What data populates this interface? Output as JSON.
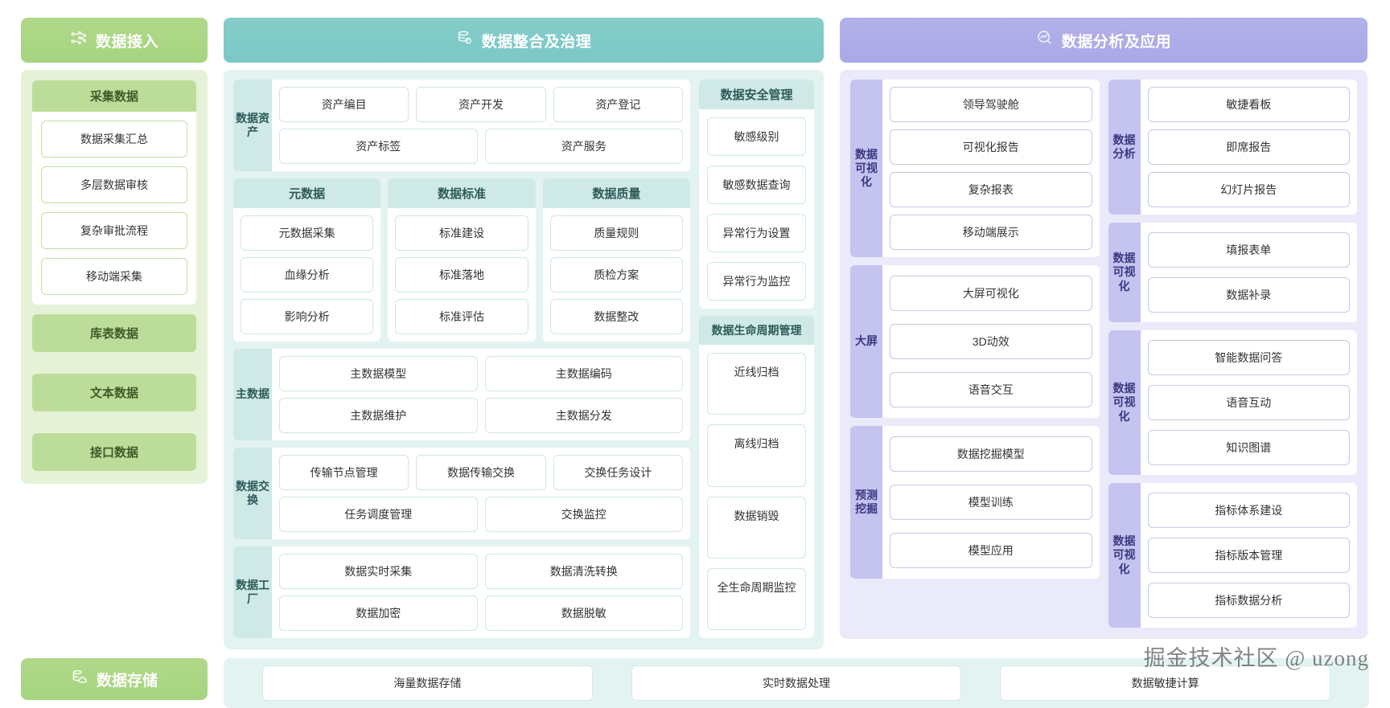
{
  "sections": {
    "ingest": {
      "banner": {
        "title": "数据接入",
        "icon": "data-ingest-icon",
        "color": "#a6d47f"
      },
      "groups": [
        {
          "title": "采集数据",
          "items": [
            "数据采集汇总",
            "多层数据审核",
            "复杂审批流程",
            "移动端采集"
          ]
        }
      ],
      "solo_items": [
        "库表数据",
        "文本数据",
        "接口数据"
      ]
    },
    "governance": {
      "banner": {
        "title": "数据整合及治理",
        "icon": "database-icon",
        "color": "#7cc8c6"
      },
      "rows": [
        {
          "label": "数据资产",
          "lines": [
            [
              "资产编目",
              "资产开发",
              "资产登记"
            ],
            [
              "资产标签",
              "资产服务"
            ]
          ]
        }
      ],
      "tri_boxes": [
        {
          "title": "元数据",
          "items": [
            "元数据采集",
            "血缘分析",
            "影响分析"
          ]
        },
        {
          "title": "数据标准",
          "items": [
            "标准建设",
            "标准落地",
            "标准评估"
          ]
        },
        {
          "title": "数据质量",
          "items": [
            "质量规则",
            "质检方案",
            "数据整改"
          ]
        }
      ],
      "rows2": [
        {
          "label": "主数据",
          "lines": [
            [
              "主数据模型",
              "主数据编码"
            ],
            [
              "主数据维护",
              "主数据分发"
            ]
          ]
        },
        {
          "label": "数据交换",
          "lines": [
            [
              "传输节点管理",
              "数据传输交换",
              "交换任务设计"
            ],
            [
              "任务调度管理",
              "交换监控"
            ]
          ]
        },
        {
          "label": "数据工厂",
          "lines": [
            [
              "数据实时采集",
              "数据清洗转换"
            ],
            [
              "数据加密",
              "数据脱敏"
            ]
          ]
        }
      ],
      "side_boxes": [
        {
          "title": "数据安全管理",
          "items": [
            "敏感级别",
            "敏感数据查询",
            "异常行为设置",
            "异常行为监控"
          ]
        },
        {
          "title": "数据生命周期管理",
          "items": [
            "近线归档",
            "离线归档",
            "数据销毁",
            "全生命周期监控"
          ]
        }
      ]
    },
    "analytics": {
      "banner": {
        "title": "数据分析及应用",
        "icon": "analytics-search-icon",
        "color": "#aaa8e6"
      },
      "left_rows": [
        {
          "label": "数据可视化",
          "items": [
            "领导驾驶舱",
            "可视化报告",
            "复杂报表",
            "移动端展示"
          ]
        },
        {
          "label": "大屏",
          "items": [
            "大屏可视化",
            "3D动效",
            "语音交互"
          ]
        },
        {
          "label": "预测挖掘",
          "items": [
            "数据挖掘模型",
            "模型训练",
            "模型应用"
          ]
        }
      ],
      "right_rows": [
        {
          "label": "数据分析",
          "items": [
            "敏捷看板",
            "即席报告",
            "幻灯片报告"
          ]
        },
        {
          "label": "数据可视化",
          "items": [
            "填报表单",
            "数据补录"
          ]
        },
        {
          "label": "数据可视化",
          "items": [
            "智能数据问答",
            "语音互动",
            "知识图谱"
          ]
        },
        {
          "label": "数据可视化",
          "items": [
            "指标体系建设",
            "指标版本管理",
            "指标数据分析"
          ]
        }
      ]
    },
    "storage": {
      "banner": {
        "title": "数据存储",
        "icon": "storage-cylinder-icon",
        "color": "#a6d47f"
      },
      "items": [
        "海量数据存储",
        "实时数据处理",
        "数据敏捷计算"
      ]
    }
  },
  "watermark": {
    "text": "掘金技术社区 @ uzong"
  },
  "colors": {
    "green_banner": "#a6d47f",
    "green_panel": "#e5f2d8",
    "green_head": "#bcdd99",
    "teal_banner": "#7cc8c6",
    "teal_panel": "#e3f3f2",
    "teal_head": "#cfe9e7",
    "purple_banner": "#aaa8e6",
    "purple_panel": "#ebeafb",
    "purple_head": "#c5c3f0"
  }
}
